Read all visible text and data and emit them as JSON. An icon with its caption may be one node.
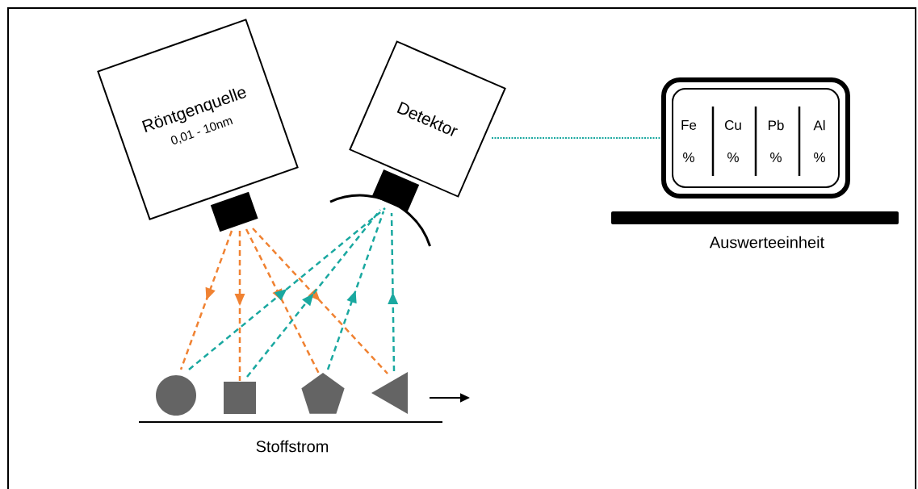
{
  "diagram": {
    "nodes": [
      {
        "text": [
          "Röntgenquelle",
          "0,01 - 10nm"
        ]
      },
      {
        "text": [
          "Detektor"
        ]
      },
      {
        "text": [
          "Fe",
          "%",
          "Cu",
          "%",
          "Pb",
          "%",
          "Al",
          "%"
        ],
        "beside": [
          "Auswerteeinheit"
        ]
      },
      {
        "text": [],
        "shape": "circle"
      },
      {
        "text": [],
        "shape": "box"
      },
      {
        "text": [],
        "shape": "pentagon"
      },
      {
        "text": [],
        "shape": "triangle"
      }
    ],
    "edges": [
      {
        "from": 0,
        "to": 3,
        "arrow": "to",
        "style": "dashed",
        "color": "#f08232"
      },
      {
        "from": 0,
        "to": 4,
        "arrow": "to",
        "style": "dashed",
        "color": "#f08232"
      },
      {
        "from": 0,
        "to": 5,
        "arrow": "to",
        "style": "dashed",
        "color": "#f08232"
      },
      {
        "from": 0,
        "to": 6,
        "arrow": "to",
        "style": "dashed",
        "color": "#f08232"
      },
      {
        "from": 3,
        "to": 1,
        "arrow": "to",
        "style": "dashed",
        "color": "#1aa8a0"
      },
      {
        "from": 4,
        "to": 1,
        "arrow": "to",
        "style": "dashed",
        "color": "#1aa8a0"
      },
      {
        "from": 5,
        "to": 1,
        "arrow": "to",
        "style": "dashed",
        "color": "#1aa8a0"
      },
      {
        "from": 6,
        "to": 1,
        "arrow": "to",
        "style": "dashed",
        "color": "#1aa8a0"
      },
      {
        "from": 1,
        "to": 2,
        "arrow": "none",
        "style": "dashed",
        "color": "#1aa8a0"
      }
    ],
    "labels": [
      "Stoffstrom"
    ]
  }
}
